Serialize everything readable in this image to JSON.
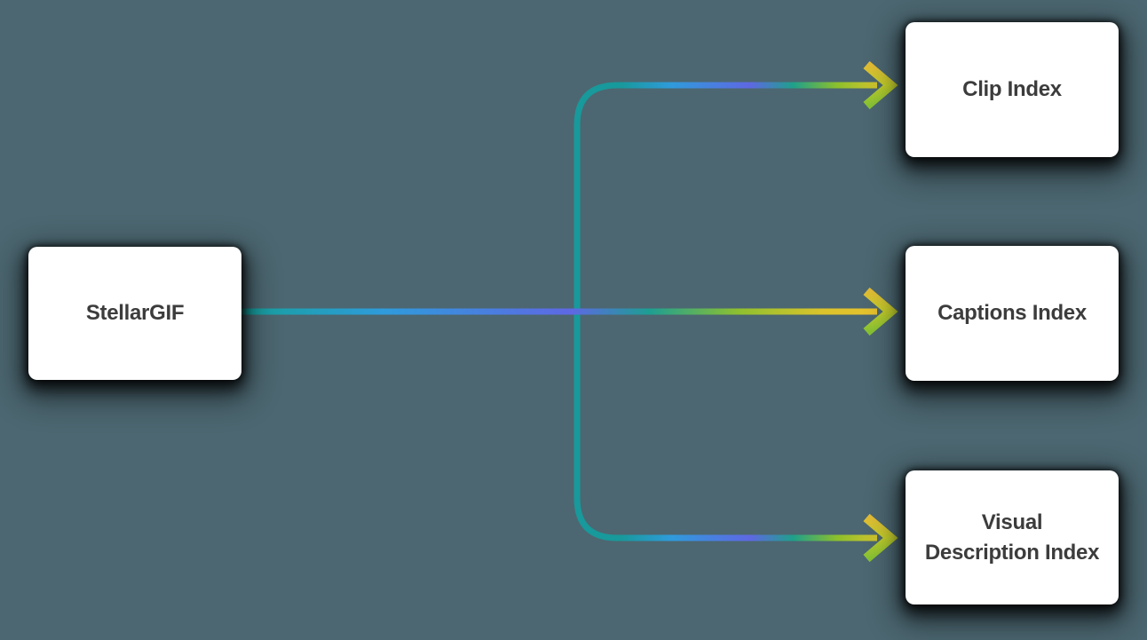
{
  "diagram": {
    "nodes": [
      {
        "id": "stellargif",
        "label": "StellarGIF"
      },
      {
        "id": "clip-index",
        "label": "Clip Index"
      },
      {
        "id": "captions-index",
        "label": "Captions Index"
      },
      {
        "id": "visual-description-index",
        "label": "Visual Description Index",
        "label_lines": [
          "Visual",
          "Description Index"
        ]
      }
    ],
    "edges": [
      {
        "from": "stellargif",
        "to": "clip-index"
      },
      {
        "from": "stellargif",
        "to": "captions-index"
      },
      {
        "from": "stellargif",
        "to": "visual-description-index"
      }
    ],
    "colors": {
      "background": "#4C6771",
      "node_fill": "#FFFFFF",
      "node_text": "#3C3C3C",
      "edge_teal": "#18999B",
      "edge_blue": "#2F9BDB",
      "edge_indigo": "#5E68E3",
      "edge_teal_green": "#1FA08A",
      "edge_green": "#8FC02F",
      "edge_yellow": "#E8C52E",
      "arrowhead_yellow": "#E2BB35",
      "arrowhead_yellow_green": "#C2CE2B",
      "arrowhead_green": "#85C234"
    }
  }
}
